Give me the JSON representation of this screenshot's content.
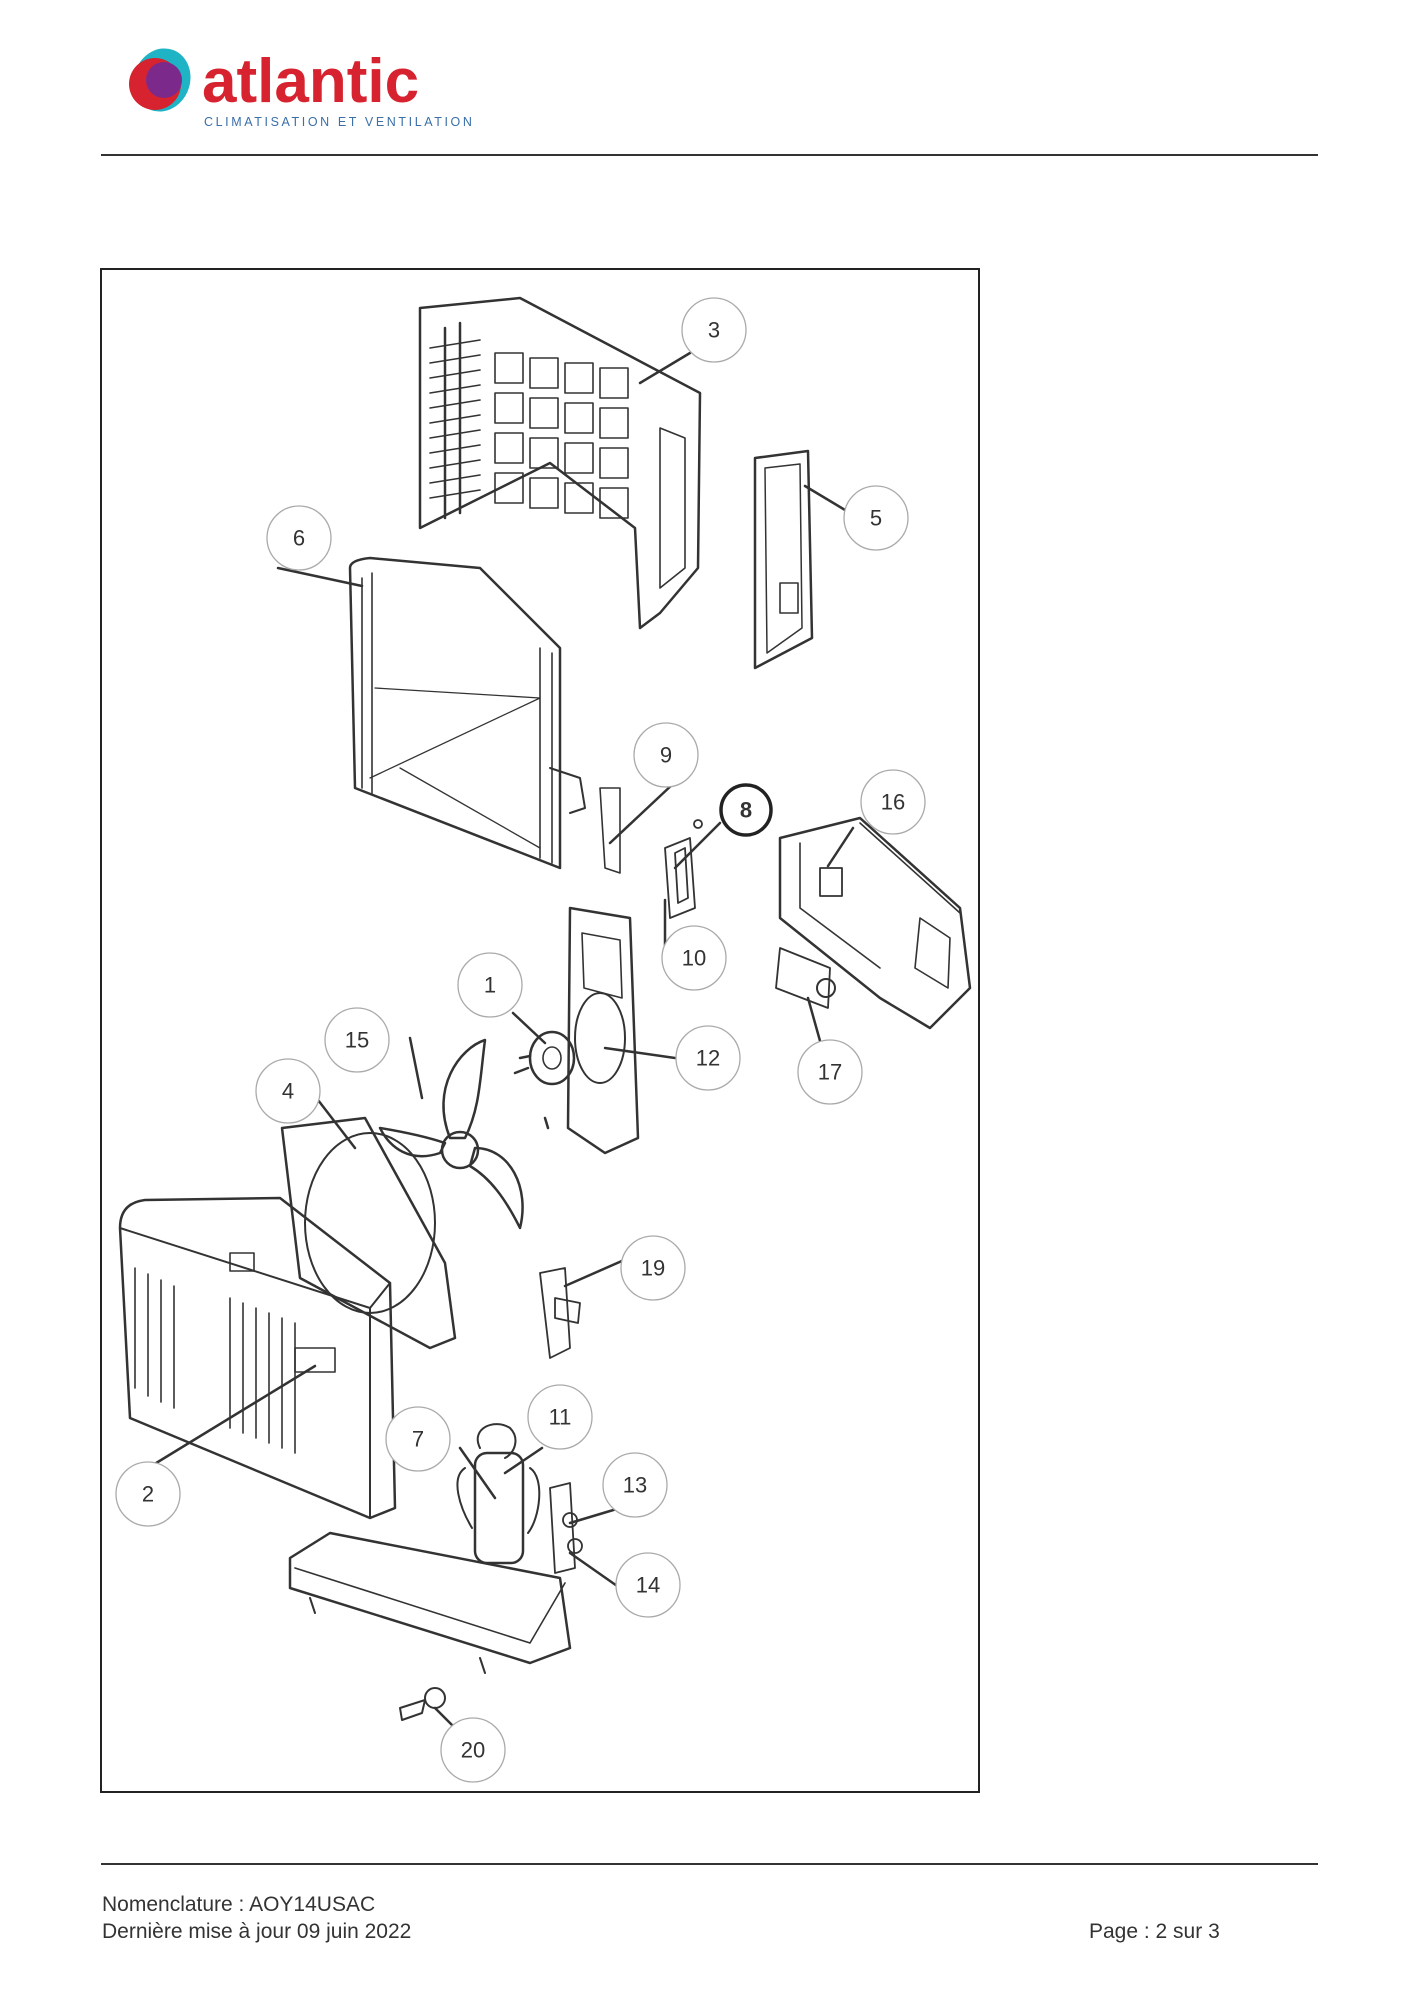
{
  "header": {
    "brand": "atlantic",
    "tagline": "CLIMATISATION ET VENTILATION",
    "colors": {
      "brand_red": "#d6232f",
      "brand_purple": "#7b2a8c",
      "brand_teal": "#1fb3c6",
      "tagline": "#3a6fa8"
    }
  },
  "diagram": {
    "callouts": [
      {
        "label": "1"
      },
      {
        "label": "2"
      },
      {
        "label": "3"
      },
      {
        "label": "4"
      },
      {
        "label": "5"
      },
      {
        "label": "6"
      },
      {
        "label": "7"
      },
      {
        "label": "8"
      },
      {
        "label": "9"
      },
      {
        "label": "10"
      },
      {
        "label": "11"
      },
      {
        "label": "12"
      },
      {
        "label": "13"
      },
      {
        "label": "14"
      },
      {
        "label": "15"
      },
      {
        "label": "16"
      },
      {
        "label": "17"
      },
      {
        "label": "19"
      },
      {
        "label": "20"
      }
    ]
  },
  "footer": {
    "nomenclature": "Nomenclature : AOY14USAC",
    "updated": "Dernière mise à jour 09 juin 2022",
    "page": "Page : 2 sur 3"
  }
}
